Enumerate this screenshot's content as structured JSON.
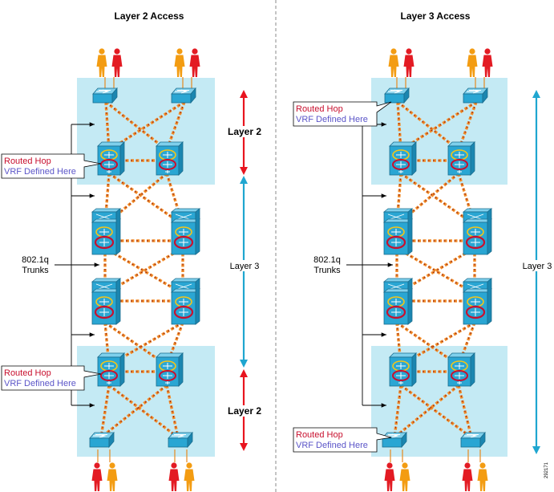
{
  "left_panel": {
    "title": "Layer 2 Access",
    "top_callout": {
      "line1": "Routed Hop",
      "line2": "VRF Defined Here"
    },
    "bottom_callout": {
      "line1": "Routed Hop",
      "line2": "VRF Defined Here"
    },
    "trunks_label": {
      "line1": "802.1q",
      "line2": "Trunks"
    },
    "layer_labels": {
      "upper": "Layer 2",
      "middle": "Layer 3",
      "lower": "Layer 2"
    }
  },
  "right_panel": {
    "title": "Layer 3 Access",
    "top_callout": {
      "line1": "Routed Hop",
      "line2": "VRF Defined Here"
    },
    "bottom_callout": {
      "line1": "Routed Hop",
      "line2": "VRF Defined Here"
    },
    "trunks_label": {
      "line1": "802.1q",
      "line2": "Trunks"
    },
    "layer_labels": {
      "main": "Layer 3"
    }
  },
  "figure_id": "292171",
  "colors": {
    "zone_fill": "#c4eaf4",
    "device_blue": "#2aa6d3",
    "link_orange": "#f28c28",
    "layer2_arrow": "#e8141f",
    "layer3_arrow": "#1fa6d0",
    "routed_hop_text": "#c8102e",
    "vrf_text": "#5b55c8"
  },
  "icons": [
    "user-icon",
    "access-switch-icon",
    "distribution-router-icon",
    "core-switch-icon"
  ]
}
